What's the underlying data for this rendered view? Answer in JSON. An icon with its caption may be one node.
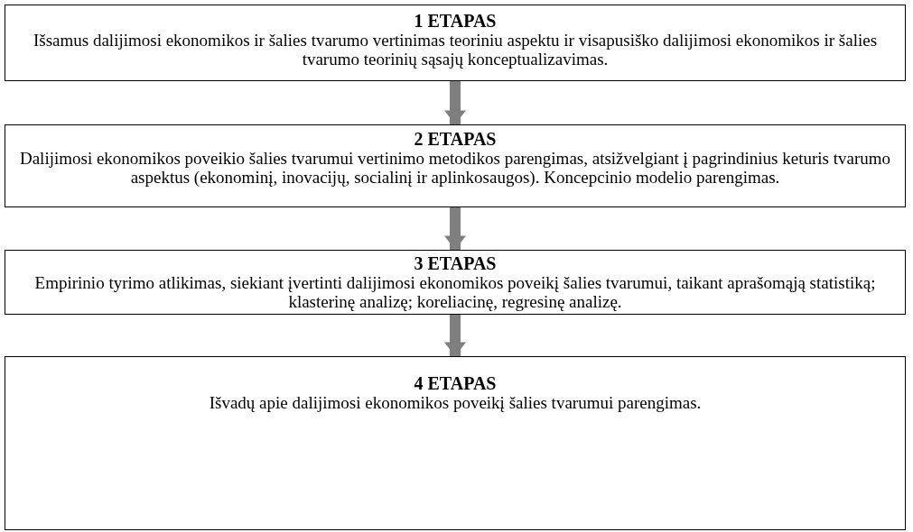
{
  "diagram": {
    "nodes": [
      {
        "text": [
          "1 ETAPAS",
          "Išsamus dalijimosi ekonomikos ir šalies tvarumo vertinimas teoriniu aspektu ir visapusiško dalijimosi ekonomikos ir šalies tvarumo teorinių sąsajų konceptualizavimas."
        ]
      },
      {
        "text": [
          "2 ETAPAS",
          "Dalijimosi ekonomikos poveikio šalies tvarumui vertinimo metodikos parengimas, atsižvelgiant į pagrindinius keturis tvarumo aspektus (ekonominį, inovacijų, socialinį ir aplinkosaugos). Koncepcinio modelio parengimas."
        ]
      },
      {
        "text": [
          "3 ETAPAS",
          "Empirinio tyrimo atlikimas, siekiant įvertinti dalijimosi ekonomikos poveikį šalies tvarumui, taikant aprašomąją statistiką; klasterinę analizę; koreliacinę, regresinę analizę."
        ]
      },
      {
        "text": [
          "4 ETAPAS",
          "Išvadų apie dalijimosi ekonomikos poveikį šalies tvarumui parengimas."
        ]
      }
    ],
    "edges": [
      {
        "from": 0,
        "to": 1,
        "arrow": "to"
      },
      {
        "from": 1,
        "to": 2,
        "arrow": "to"
      },
      {
        "from": 2,
        "to": 3,
        "arrow": "to"
      }
    ]
  }
}
